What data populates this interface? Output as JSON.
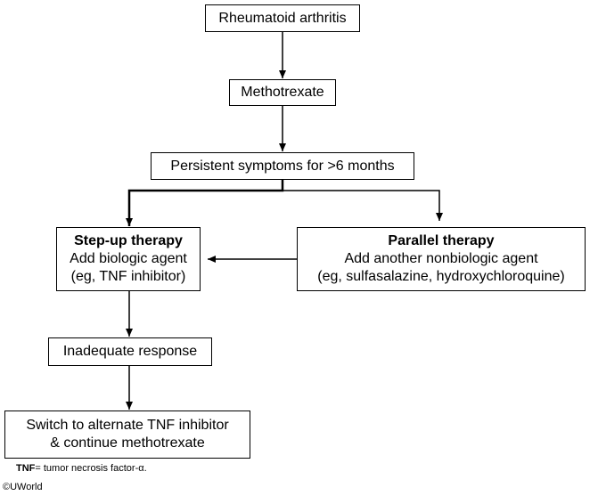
{
  "nodes": {
    "ra": {
      "label": "Rheumatoid arthritis"
    },
    "mtx": {
      "label": "Methotrexate"
    },
    "persistent": {
      "label": "Persistent symptoms for >6 months"
    },
    "stepup": {
      "title": "Step-up therapy",
      "line1": "Add biologic agent",
      "line2": "(eg, TNF inhibitor)"
    },
    "parallel": {
      "title": "Parallel therapy",
      "line1": "Add another nonbiologic agent",
      "line2": "(eg, sulfasalazine, hydroxychloroquine)"
    },
    "inadequate": {
      "label": "Inadequate response"
    },
    "switch": {
      "line1": "Switch to alternate TNF inhibitor",
      "line2": "& continue methotrexate"
    }
  },
  "footnote": {
    "abbr": "TNF",
    "text": "= tumor necrosis factor-α."
  },
  "copyright": "©UWorld"
}
